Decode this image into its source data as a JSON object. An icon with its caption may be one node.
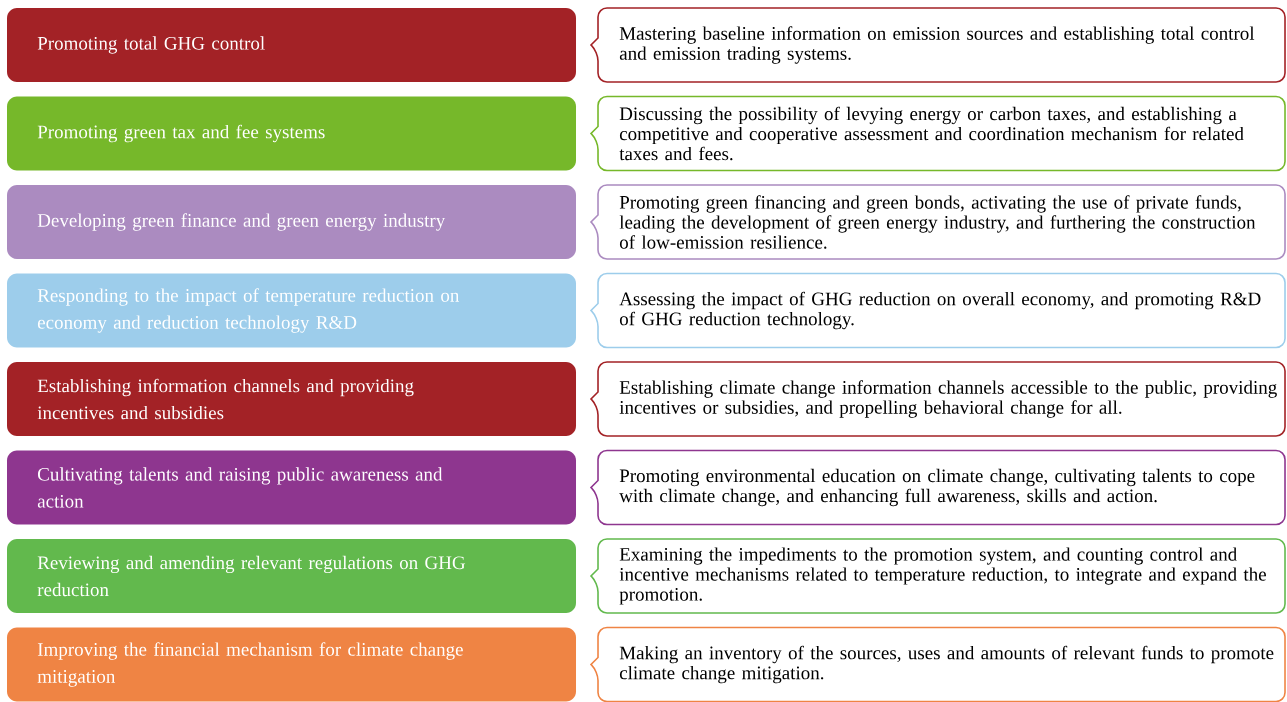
{
  "diagram": {
    "nodes": [
      {
        "text": [
          "Promoting total GHG control"
        ]
      },
      {
        "text": [
          "Mastering baseline information on emission sources and establishing total control and emission trading systems."
        ]
      },
      {
        "text": [
          "Promoting green tax and fee systems"
        ]
      },
      {
        "text": [
          "Discussing the possibility of levying energy or carbon taxes, and establishing a competitive and cooperative assessment and coordination mechanism for related taxes and fees."
        ]
      },
      {
        "text": [
          "Developing green finance and green energy industry"
        ]
      },
      {
        "text": [
          "Promoting green financing and green bonds, activating the use of private funds, leading the development of green energy industry, and furthering the construction of low-emission resilience."
        ]
      },
      {
        "text": [
          "Responding to the impact of temperature reduction on economy and reduction technology R&D"
        ]
      },
      {
        "text": [
          "Assessing the impact of GHG reduction on overall economy, and promoting R&D of GHG reduction technology."
        ]
      },
      {
        "text": [
          "Establishing information channels and providing incentives and subsidies"
        ]
      },
      {
        "text": [
          "Establishing climate change information channels accessible to the public, providing incentives or subsidies, and propelling behavioral change for all."
        ]
      },
      {
        "text": [
          "Cultivating talents and raising public awareness and action"
        ]
      },
      {
        "text": [
          "Promoting environmental education on climate change, cultivating talents to cope with climate change, and enhancing full awareness, skills and action."
        ]
      },
      {
        "text": [
          "Reviewing and amending relevant regulations on GHG reduction"
        ]
      },
      {
        "text": [
          "Examining the impediments to the promotion system, and counting control and incentive mechanisms related to temperature reduction, to integrate and expand the promotion."
        ]
      },
      {
        "text": [
          "Improving the financial mechanism for climate change mitigation"
        ]
      },
      {
        "text": [
          "Making an inventory of the sources, uses and amounts of relevant funds to promote climate change mitigation."
        ]
      }
    ]
  }
}
